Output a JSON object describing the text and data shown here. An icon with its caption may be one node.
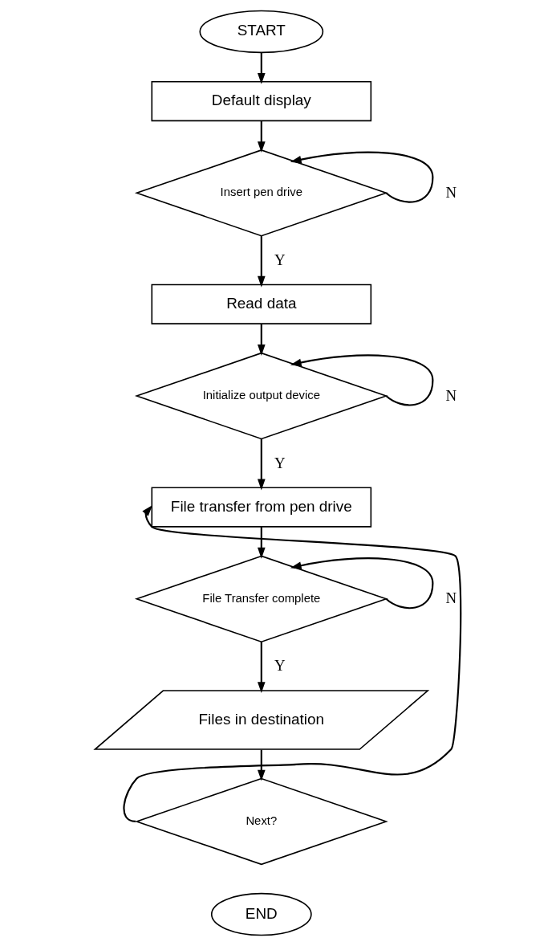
{
  "diagram": {
    "nodes": [
      {
        "text": [
          "START"
        ]
      },
      {
        "text": [
          "Default display"
        ]
      },
      {
        "text": [
          "Insert pen drive"
        ]
      },
      {
        "text": [
          "Read data"
        ]
      },
      {
        "text": [
          "Initialize output device"
        ]
      },
      {
        "text": [
          "File transfer from pen drive"
        ]
      },
      {
        "text": [
          "File Transfer complete"
        ]
      },
      {
        "text": [
          "Files in destination"
        ]
      },
      {
        "text": [
          "Next?"
        ]
      },
      {
        "text": [
          "END"
        ]
      }
    ],
    "edges": [
      {
        "from": 0,
        "to": 1,
        "arrow": "to"
      },
      {
        "from": 1,
        "to": 2,
        "arrow": "to"
      },
      {
        "from": 2,
        "to": 2,
        "arrow": "to",
        "label": "N"
      },
      {
        "from": 2,
        "to": 3,
        "arrow": "to",
        "label": "Y"
      },
      {
        "from": 3,
        "to": 4,
        "arrow": "to"
      },
      {
        "from": 4,
        "to": 4,
        "arrow": "to",
        "label": "N"
      },
      {
        "from": 4,
        "to": 5,
        "arrow": "to",
        "label": "Y"
      },
      {
        "from": 5,
        "to": 6,
        "arrow": "to"
      },
      {
        "from": 6,
        "to": 6,
        "arrow": "to",
        "label": "N"
      },
      {
        "from": 6,
        "to": 7,
        "arrow": "to",
        "label": "Y"
      },
      {
        "from": 7,
        "to": 8,
        "arrow": "to"
      },
      {
        "from": 8,
        "to": 5,
        "arrow": "to"
      }
    ]
  }
}
